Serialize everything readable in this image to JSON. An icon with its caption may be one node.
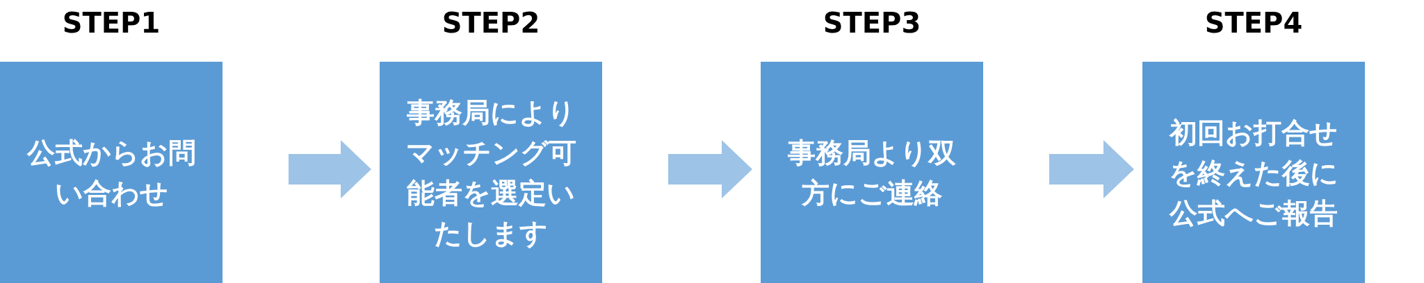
{
  "diagram": {
    "nodes": [
      {
        "text": [
          "STEP1",
          "公式からお問い合わせ"
        ]
      },
      {
        "text": [
          "STEP2",
          "事務局によりマッチング可能者を選定いたします"
        ]
      },
      {
        "text": [
          "STEP3",
          "事務局より双方にご連絡"
        ]
      },
      {
        "text": [
          "STEP4",
          "初回お打合せを終えた後に公式へご報告"
        ]
      }
    ],
    "edges": [
      {
        "from": 0,
        "to": 1,
        "arrow": "to",
        "style": "thick"
      },
      {
        "from": 1,
        "to": 2,
        "arrow": "to",
        "style": "thick"
      },
      {
        "from": 2,
        "to": 3,
        "arrow": "to",
        "style": "thick"
      }
    ]
  }
}
